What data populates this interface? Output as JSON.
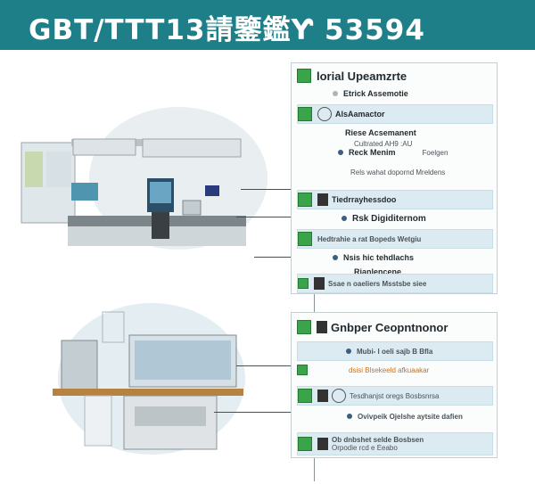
{
  "header": {
    "title": "GBT/TTT13請鑒鑑Ƴ 53594"
  },
  "top_panel": {
    "title": "lorial Upeamzrte",
    "items": [
      {
        "label": "Etrick Assemotie"
      },
      {
        "label": "AlsAamactor"
      },
      {
        "label": "Riese Acsemanent"
      },
      {
        "label": "Cultrated  AH9  :AU"
      },
      {
        "label": "Reck  Menim"
      },
      {
        "label": "Foelgen"
      },
      {
        "label": "Rels wahat dopornd   Mreldens"
      },
      {
        "label": "Tiedrrayhessdoo"
      },
      {
        "label": "Rsk  Digiditernom"
      },
      {
        "label": "Hedtrahie  a rat  Bopeds  Wetgiu"
      },
      {
        "label": "Nsis hic tehdlachs"
      },
      {
        "label": "Rianlencene"
      },
      {
        "label": "Ssae  n oaeliers  Msstsbe  siee"
      }
    ]
  },
  "bottom_panel": {
    "title": "Gnbper Ceopntnonor",
    "items": [
      {
        "label": "Mubi-  l  oeli  sajb  B Bfla"
      },
      {
        "label": "dsisi  Blsekeeld  afkuaakar"
      },
      {
        "label": "Tesdhanjst  oregs  Bosbsnrsa"
      },
      {
        "label": "Ovivpeik  Ojelshe  aytsite  dafien"
      },
      {
        "label": "Ob  dnbshet  selde  Bosbsen"
      },
      {
        "label": "Orpodie  rcd  e  Eeabo"
      }
    ]
  }
}
